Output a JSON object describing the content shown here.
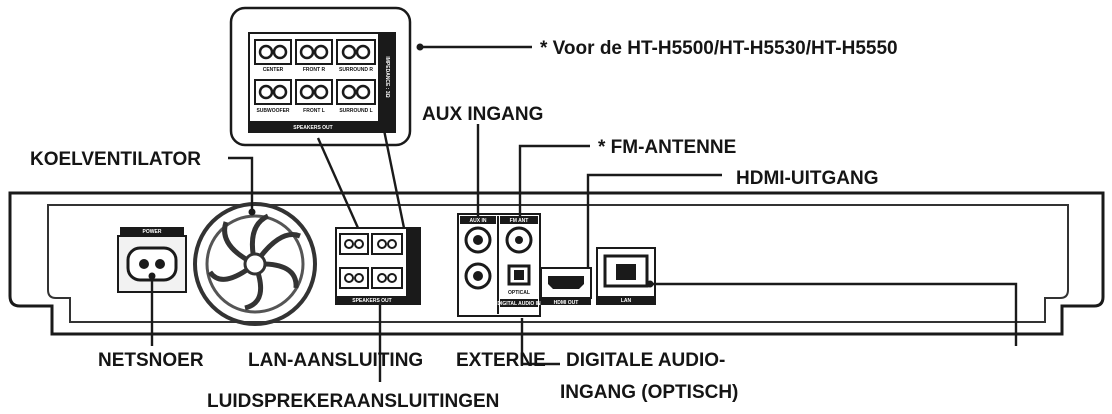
{
  "callouts": {
    "voor_models": "* Voor de HT-H5500/HT-H5530/HT-H5550",
    "aux_ingang": "AUX INGANG",
    "fm_antenne": "* FM-ANTENNE",
    "koelventilator": "KOELVENTILATOR",
    "hdmi_uitgang": "HDMI-UITGANG",
    "netsnoer": "NETSNOER",
    "lan_aansluiting": "LAN-AANSLUITING",
    "externe": "EXTERNE",
    "digitale_audio": "DIGITALE AUDIO-",
    "ingang_optisch": "INGANG (OPTISCH)",
    "luidspreker": "LUIDSPREKERAANSLUITINGEN"
  },
  "panel_labels": {
    "power": "POWER",
    "aux_in": "AUX IN",
    "fm_ant": "FM ANT",
    "optical": "OPTICAL",
    "digital_audio_in": "DIGITAL AUDIO IN",
    "hdmi_out": "HDMI OUT",
    "lan": "LAN",
    "speakers_out": "SPEAKERS OUT",
    "impedance": "IMPEDANCE : 3Ω",
    "center": "CENTER",
    "front_r": "FRONT R",
    "front_l": "FRONT L",
    "subwoofer": "SUBWOOFER",
    "surround_r": "SURROUND R",
    "surround_l": "SURROUND L"
  }
}
